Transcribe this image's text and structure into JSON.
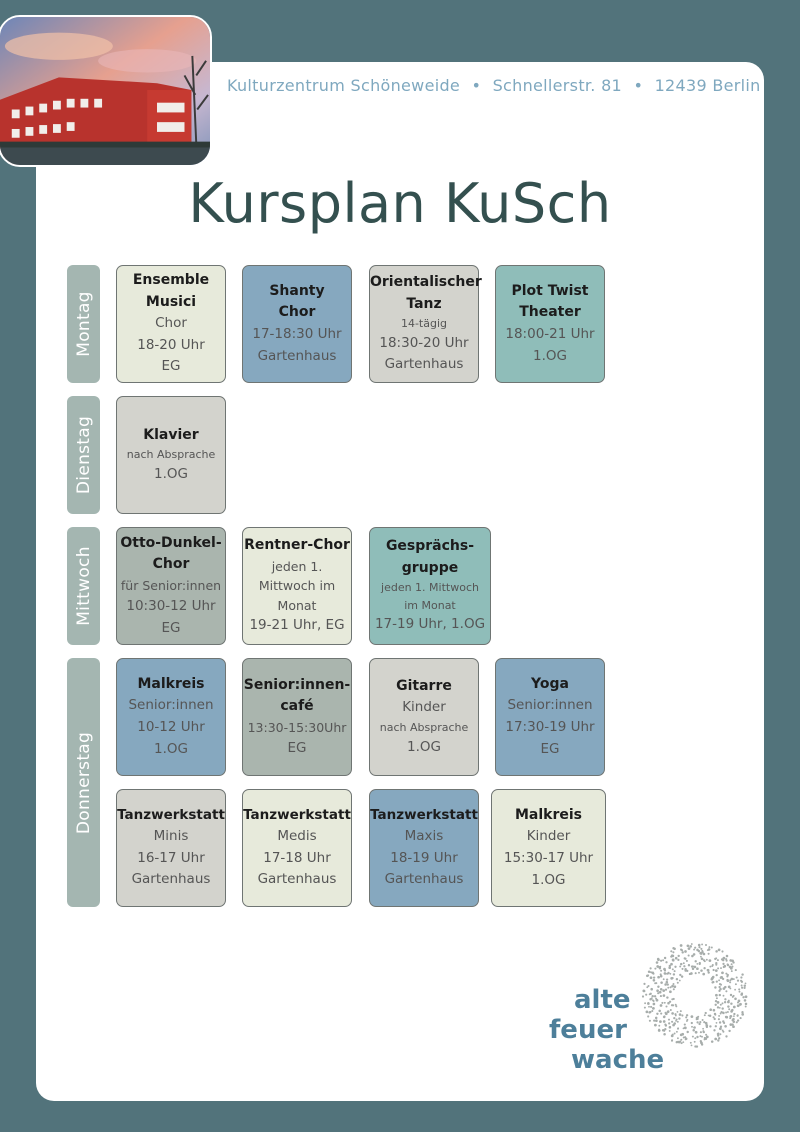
{
  "address": {
    "venue": "Kulturzentrum Schöneweide",
    "street": "Schnellerstr. 81",
    "city": "12439 Berlin",
    "separator": "•"
  },
  "title": "Kursplan KuSch",
  "days": {
    "montag": "Montag",
    "dienstag": "Dienstag",
    "mittwoch": "Mittwoch",
    "donnerstag": "Donnerstag"
  },
  "courses": {
    "ensemble_musici": {
      "name1": "Ensemble",
      "name2": "Musici",
      "l1": "Chor",
      "l2": "18-20 Uhr",
      "l3": "EG"
    },
    "shanty_chor": {
      "name1": "Shanty",
      "name2": "Chor",
      "l1": "17-18:30 Uhr",
      "l2": "Gartenhaus"
    },
    "orientalischer_tanz": {
      "name1": "Orientalischer",
      "name2": "Tanz",
      "l1": "14-tägig",
      "l2": "18:30-20 Uhr",
      "l3": "Gartenhaus"
    },
    "plot_twist": {
      "name1": "Plot Twist",
      "name2": "Theater",
      "l1": "18:00-21 Uhr",
      "l2": "1.OG"
    },
    "klavier": {
      "name1": "Klavier",
      "l1": "nach Absprache",
      "l2": "1.OG"
    },
    "otto_dunkel": {
      "name1": "Otto-Dunkel-",
      "name2": "Chor",
      "l1": "für Senior:innen",
      "l2": "10:30-12 Uhr",
      "l3": "EG"
    },
    "rentner_chor": {
      "name1": "Rentner-Chor",
      "l1": "jeden 1.",
      "l2": "Mittwoch im",
      "l3": "Monat",
      "l4": "19-21 Uhr, EG"
    },
    "gespraechsgruppe": {
      "name1": "Gesprächs-",
      "name2": "gruppe",
      "l1": "jeden 1. Mittwoch",
      "l2": "im Monat",
      "l3": "17-19 Uhr, 1.OG"
    },
    "malkreis_senior": {
      "name1": "Malkreis",
      "l1": "Senior:innen",
      "l2": "10-12 Uhr",
      "l3": "1.OG"
    },
    "senior_cafe": {
      "name1": "Senior:innen-",
      "name2": "café",
      "l1": "13:30-15:30Uhr",
      "l2": "EG"
    },
    "gitarre": {
      "name1": "Gitarre",
      "l1": "Kinder",
      "l2": "nach Absprache",
      "l3": "1.OG"
    },
    "yoga": {
      "name1": "Yoga",
      "l1": "Senior:innen",
      "l2": "17:30-19 Uhr",
      "l3": "EG"
    },
    "tanz_minis": {
      "name1": "Tanzwerkstatt",
      "l1": "Minis",
      "l2": "16-17 Uhr",
      "l3": "Gartenhaus"
    },
    "tanz_medis": {
      "name1": "Tanzwerkstatt",
      "l1": "Medis",
      "l2": "17-18 Uhr",
      "l3": "Gartenhaus"
    },
    "tanz_maxis": {
      "name1": "Tanzwerkstatt",
      "l1": "Maxis",
      "l2": "18-19 Uhr",
      "l3": "Gartenhaus"
    },
    "malkreis_kinder": {
      "name1": "Malkreis",
      "l1": "Kinder",
      "l2": "15:30-17 Uhr",
      "l3": "1.OG"
    }
  },
  "logo": {
    "line1": "alte",
    "line2": "feuer",
    "line3": "wache"
  },
  "colors": {
    "background": "#52737b",
    "card": "#ffffff",
    "title": "#34504f",
    "address": "#7fa8bf",
    "day_label_bg": "#a4b6b1",
    "box_cream": "#e7eadb",
    "box_blue": "#86a8bf",
    "box_gray": "#d3d3cd",
    "box_teal": "#8fbdb9",
    "box_sage": "#aab5ae",
    "logo": "#4d7f9a"
  }
}
